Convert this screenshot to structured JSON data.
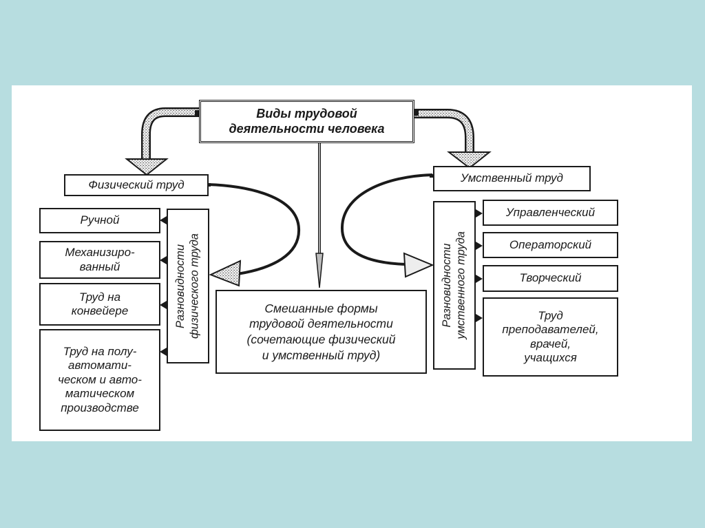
{
  "diagram": {
    "title": "Виды трудовой\nдеятельности человека",
    "physical": {
      "label": "Физический труд",
      "varieties_label": "Разновидности\nфизического труда",
      "items": [
        "Ручной",
        "Механизиро-\nванный",
        "Труд на\nконвейере",
        "Труд на полу-\nавтомати-\nческом и авто-\nматическом\nпроизводстве"
      ]
    },
    "mental": {
      "label": "Умственный труд",
      "varieties_label": "Разновидности\nумственного труда",
      "items": [
        "Управленческий",
        "Операторский",
        "Творческий",
        "Труд\nпреподавателей,\nврачей,\nучащихся"
      ]
    },
    "mixed": {
      "label": "Смешанные формы\nтрудовой деятельности\n(сочетающие физический\nи умственный труд)"
    }
  },
  "colors": {
    "background": "#b7dde0",
    "panel": "#ffffff",
    "ink": "#1a1a1a"
  }
}
